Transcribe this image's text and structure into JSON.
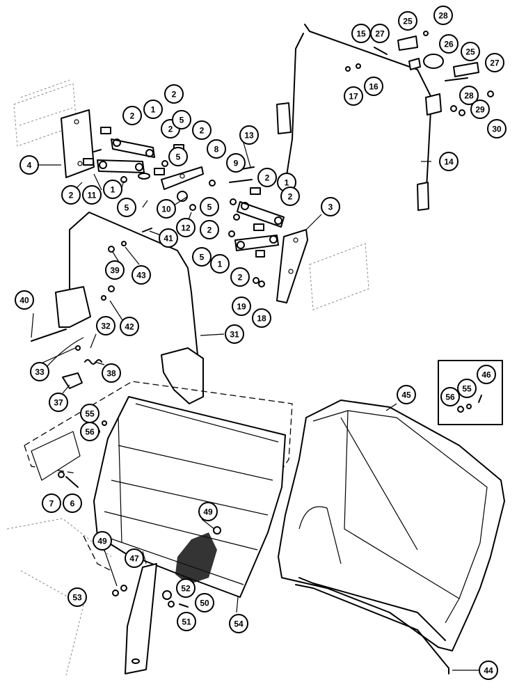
{
  "diagram": {
    "callouts": [
      {
        "label": "1"
      },
      {
        "label": "1"
      },
      {
        "label": "1"
      },
      {
        "label": "1"
      },
      {
        "label": "2"
      },
      {
        "label": "2"
      },
      {
        "label": "2"
      },
      {
        "label": "2"
      },
      {
        "label": "2"
      },
      {
        "label": "2"
      },
      {
        "label": "2"
      },
      {
        "label": "2"
      },
      {
        "label": "2"
      },
      {
        "label": "3"
      },
      {
        "label": "4"
      },
      {
        "label": "5"
      },
      {
        "label": "5"
      },
      {
        "label": "5"
      },
      {
        "label": "5"
      },
      {
        "label": "5"
      },
      {
        "label": "6"
      },
      {
        "label": "7"
      },
      {
        "label": "8"
      },
      {
        "label": "9"
      },
      {
        "label": "10"
      },
      {
        "label": "11"
      },
      {
        "label": "12"
      },
      {
        "label": "13"
      },
      {
        "label": "14"
      },
      {
        "label": "15"
      },
      {
        "label": "16"
      },
      {
        "label": "17"
      },
      {
        "label": "18"
      },
      {
        "label": "19"
      },
      {
        "label": "25"
      },
      {
        "label": "25"
      },
      {
        "label": "26"
      },
      {
        "label": "27"
      },
      {
        "label": "27"
      },
      {
        "label": "28"
      },
      {
        "label": "28"
      },
      {
        "label": "29"
      },
      {
        "label": "30"
      },
      {
        "label": "31"
      },
      {
        "label": "32"
      },
      {
        "label": "33"
      },
      {
        "label": "37"
      },
      {
        "label": "38"
      },
      {
        "label": "39"
      },
      {
        "label": "40"
      },
      {
        "label": "41"
      },
      {
        "label": "42"
      },
      {
        "label": "43"
      },
      {
        "label": "44"
      },
      {
        "label": "45"
      },
      {
        "label": "46"
      },
      {
        "label": "47"
      },
      {
        "label": "49"
      },
      {
        "label": "49"
      },
      {
        "label": "50"
      },
      {
        "label": "51"
      },
      {
        "label": "52"
      },
      {
        "label": "53"
      },
      {
        "label": "54"
      },
      {
        "label": "55"
      },
      {
        "label": "55"
      },
      {
        "label": "56"
      },
      {
        "label": "56"
      }
    ]
  }
}
